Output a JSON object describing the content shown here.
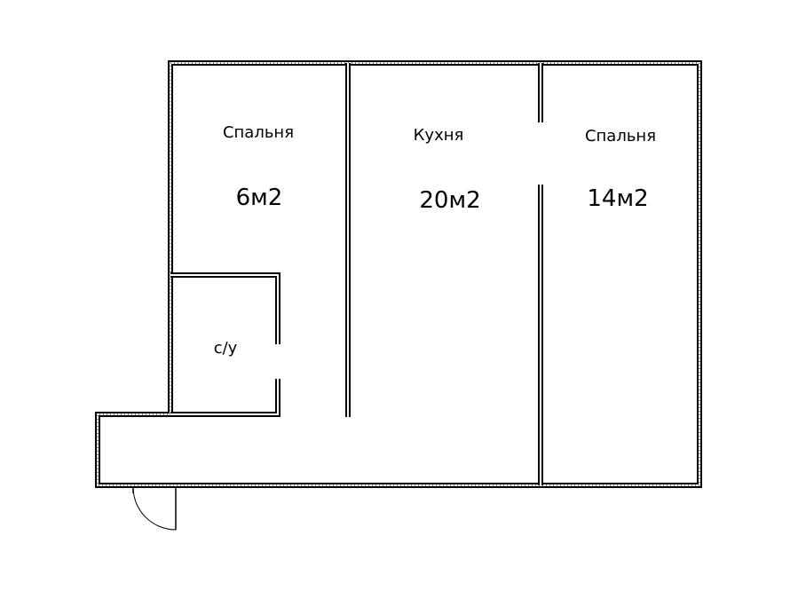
{
  "colors": {
    "wall": "#000000",
    "background": "#ffffff"
  },
  "rooms": {
    "bedroom_left": {
      "name": "Спальня",
      "area": "6м2"
    },
    "kitchen": {
      "name": "Кухня",
      "area": "20м2"
    },
    "bedroom_right": {
      "name": "Спальня",
      "area": "14м2"
    },
    "bathroom": {
      "name": "с/у"
    }
  }
}
